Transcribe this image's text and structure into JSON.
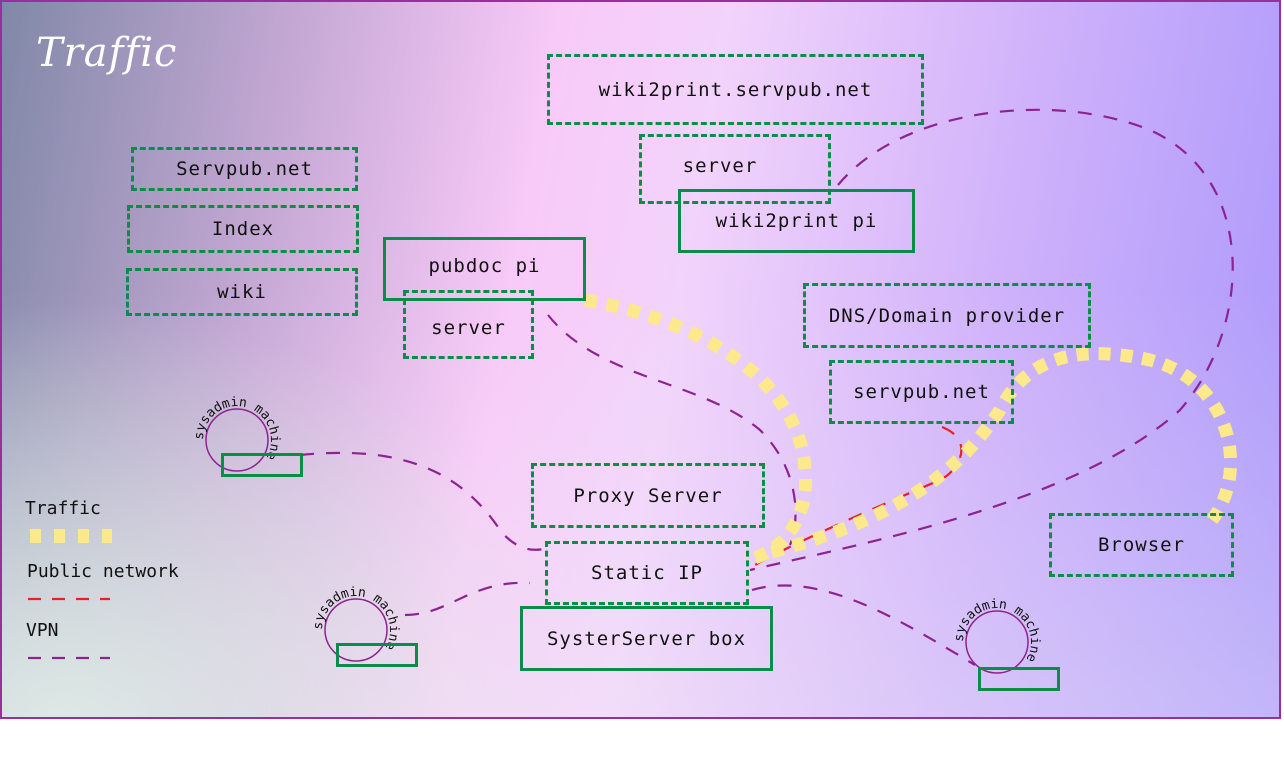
{
  "title": "Traffic",
  "colors": {
    "box_border": "#0b8d4a",
    "traffic": "#fbe98c",
    "public_network": "#e8202a",
    "vpn": "#8d2390",
    "frame": "#9a2f99",
    "title_text": "#ffffff"
  },
  "nodes": {
    "servpub_net_top": "Servpub.net",
    "index": "Index",
    "wiki": "wiki",
    "pubdoc_pi": "pubdoc pi",
    "pubdoc_server": "server",
    "wiki2print_domain": "wiki2print.servpub.net",
    "wiki2print_server": "server",
    "wiki2print_pi": "wiki2print pi",
    "dns_provider": "DNS/Domain provider",
    "servpub_net_dns": "servpub.net",
    "proxy_server": "Proxy Server",
    "static_ip": "Static IP",
    "systerserver_box": "SysterServer box",
    "browser": "Browser"
  },
  "machines": [
    {
      "label": "sysadmin machine"
    },
    {
      "label": "sysadmin machine"
    },
    {
      "label": "sysadmin machine"
    }
  ],
  "legend": [
    {
      "label": "Traffic",
      "type": "traffic"
    },
    {
      "label": "Public network",
      "type": "public_network"
    },
    {
      "label": "VPN",
      "type": "vpn"
    }
  ]
}
